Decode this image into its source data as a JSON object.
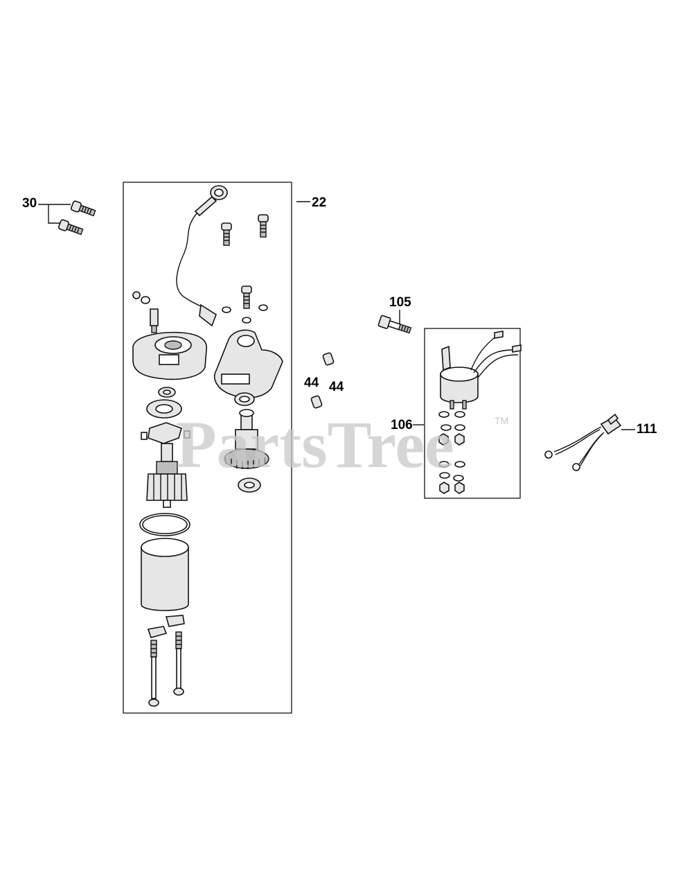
{
  "callouts": {
    "c30": "30",
    "c22": "22",
    "c105": "105",
    "c44a": "44",
    "c44b": "44",
    "c106": "106",
    "c111": "111"
  },
  "watermark": {
    "text": "PartsTree",
    "tm": "TM"
  },
  "icons": [
    "bolt-icon",
    "wire-harness-icon",
    "solenoid-icon",
    "armature-icon",
    "housing-icon"
  ]
}
